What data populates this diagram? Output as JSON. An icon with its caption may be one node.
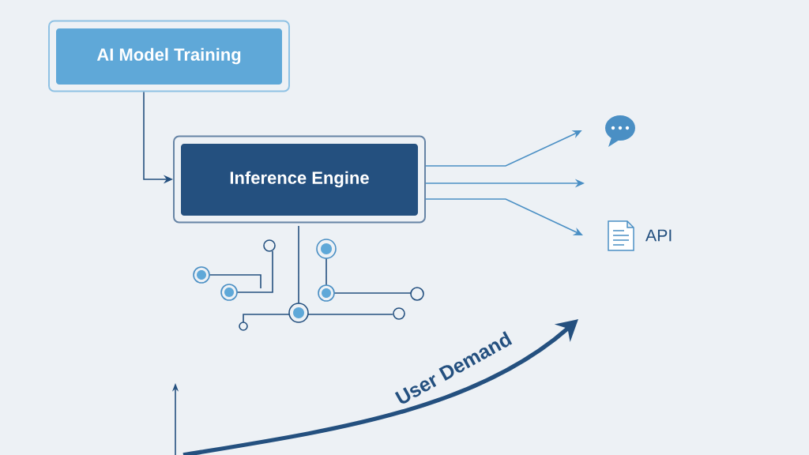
{
  "diagram": {
    "nodes": [
      {
        "text": [
          "AI Model Training"
        ]
      },
      {
        "text": [
          "Inference Engine"
        ]
      },
      {
        "text": [],
        "shape": "bubble"
      },
      {
        "text": [
          "API"
        ]
      }
    ],
    "edges": [
      {
        "from": 0,
        "to": 1,
        "arrow": "to"
      },
      {
        "from": 1,
        "to": 2,
        "arrow": "to"
      },
      {
        "from": 1,
        "to": null,
        "arrow": "to"
      },
      {
        "from": 1,
        "to": 3,
        "arrow": "to"
      }
    ],
    "labels": [
      "User Demand"
    ]
  }
}
